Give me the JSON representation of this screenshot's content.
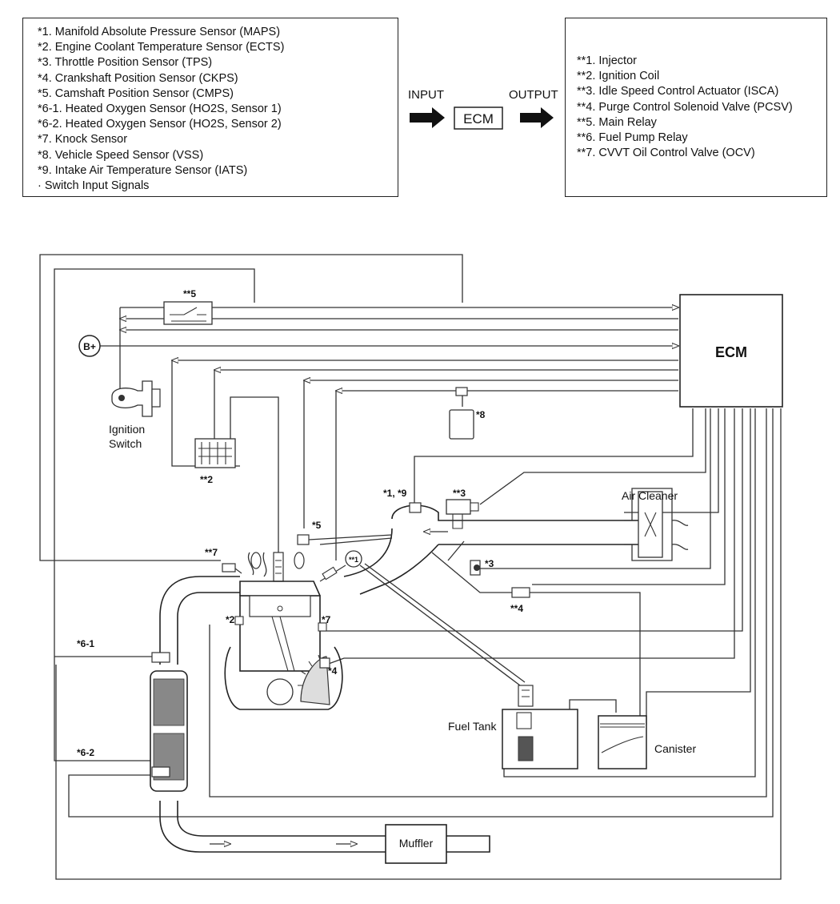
{
  "inputs_box": {
    "items": [
      "*1. Manifold Absolute Pressure Sensor (MAPS)",
      "*2. Engine Coolant Temperature Sensor (ECTS)",
      "*3. Throttle Position Sensor (TPS)",
      "*4. Crankshaft Position Sensor (CKPS)",
      "*5. Camshaft Position Sensor (CMPS)",
      "*6-1. Heated Oxygen Sensor (HO2S, Sensor 1)",
      "*6-2. Heated Oxygen Sensor (HO2S, Sensor 2)",
      "*7. Knock Sensor",
      "*8. Vehicle Speed Sensor (VSS)",
      "*9. Intake Air Temperature Sensor (IATS)",
      "· Switch Input Signals"
    ]
  },
  "flow": {
    "input_label": "INPUT",
    "ecm_label": "ECM",
    "output_label": "OUTPUT"
  },
  "outputs_box": {
    "items": [
      "**1. Injector",
      "**2. Ignition Coil",
      "**3. Idle Speed Control Actuator (ISCA)",
      "**4. Purge Control Solenoid Valve (PCSV)",
      "**5. Main Relay",
      "**6. Fuel Pump Relay",
      "**7. CVVT Oil Control Valve (OCV)"
    ]
  },
  "diagram": {
    "ecm": "ECM",
    "battery": "B+",
    "ignition_switch_line1": "Ignition",
    "ignition_switch_line2": "Switch",
    "main_relay": "**5",
    "ignition_coil": "**2",
    "vss": "*8",
    "injector_iats": "*1, *9",
    "isca": "**3",
    "tps": "*3",
    "air_cleaner": "Air Cleaner",
    "cmps": "*5",
    "ocv": "**7",
    "injector_circle": "**1",
    "pcsv": "**4",
    "ects": "*2",
    "knock": "*7",
    "ckps": "*4",
    "ho2s_1": "*6-1",
    "ho2s_2": "*6-2",
    "fuel_tank": "Fuel Tank",
    "canister": "Canister",
    "muffler": "Muffler"
  }
}
